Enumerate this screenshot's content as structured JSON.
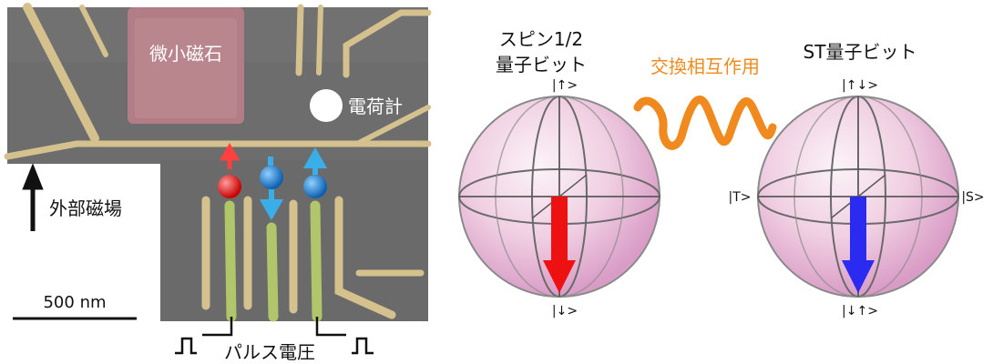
{
  "micrograph": {
    "magnet_label": "微小磁石",
    "charge_sensor_label": "電荷計",
    "field_label": "外部磁場",
    "scale_bar_label": "500 nm",
    "pulse_label": "パルス電圧"
  },
  "spin_qubit": {
    "title_line1": "スピン1/2",
    "title_line2": "量子ビット",
    "top_state": "|↑>",
    "bottom_state": "|↓>"
  },
  "interaction": {
    "label": "交換相互作用"
  },
  "st_qubit": {
    "title": "ST量子ビット",
    "top_state": "|↑↓>",
    "bottom_state": "|↓↑>",
    "left_state": "|T>",
    "right_state": "|S>"
  },
  "colors": {
    "electrode": "#d9c48c",
    "gate": "#b3c464",
    "magnet": "#b07a82",
    "substrate": "#6e6e6e",
    "spin_red": "#e02020",
    "spin_blue": "#1a7fd6",
    "arrow_red": "#ff3b3b",
    "arrow_blue": "#3aaee8",
    "interaction": "#f08a1e",
    "vector_red": "#ee1111",
    "vector_blue": "#2a2af0"
  }
}
